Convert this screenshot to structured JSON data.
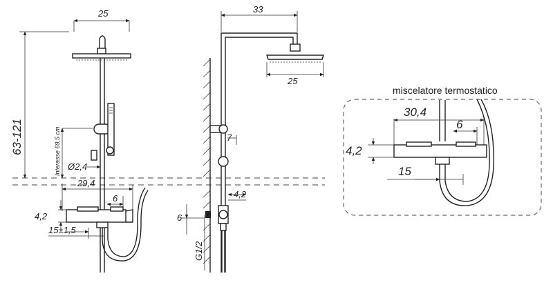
{
  "front_view": {
    "dim_head_width": "25",
    "dim_height_range": "63-121",
    "dim_interasse": "Interasse 69,5 cm",
    "dim_pipe_diameter": "Ø2,4",
    "dim_mixer_width": "29,4",
    "dim_mixer_offset": "6",
    "dim_mixer_height": "4,2",
    "dim_wall_offset": "15±1,5"
  },
  "side_view": {
    "dim_arm_length": "33",
    "dim_head_width": "25",
    "dim_bracket": "7",
    "dim_mixer_depth": "4,2",
    "dim_inlet_height": "6",
    "dim_thread": "G1/2"
  },
  "detail": {
    "title": "miscelatore termostatico",
    "dim_width": "30,4",
    "dim_offset": "6",
    "dim_height": "4,2",
    "dim_spout": "15"
  }
}
